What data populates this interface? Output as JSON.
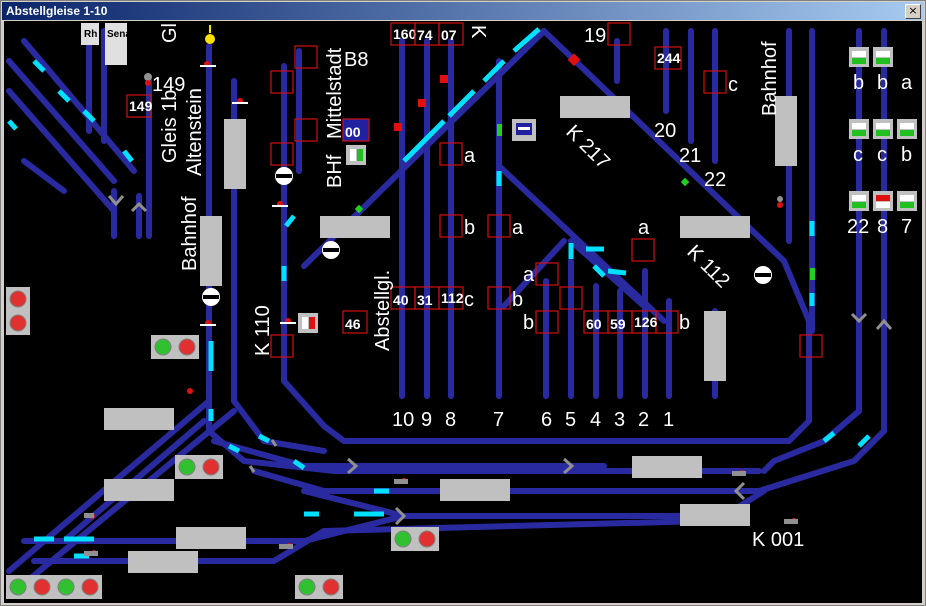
{
  "window": {
    "title": "Abstellgleise 1-10",
    "close_label": "×"
  },
  "colors": {
    "background": "#000000",
    "track": "#2a2aa0",
    "occupied": "#00e0ff",
    "block_border": "#d01010",
    "platform": "#c0c0c0"
  },
  "labels": {
    "gleis_1b": "Gleis 1b",
    "gl": "Gl",
    "n149": "149",
    "altenstein": "Altenstein",
    "bahnhof_left": "Bahnhof",
    "k110": "K 110",
    "mittelstadt": "Mittelstadt",
    "bhf": "BHf",
    "b8": "B8",
    "abstellgl": "Abstellgl.",
    "k_top": "K",
    "n19": "19",
    "n20": "20",
    "n21": "21",
    "n22": "22",
    "c_right": "c",
    "bahnhof_right": "Bahnhof",
    "k217": "K 217",
    "k112": "K 112",
    "k001": "K 001",
    "a_top": "a",
    "b_mid": "b",
    "a_mid": "a",
    "b_lower": "b",
    "c_lower": "c",
    "a_right": "a",
    "a_small": "a",
    "b_small": "b",
    "b_right": "b",
    "rh": "Rh",
    "sena": "Sena"
  },
  "track_numbers": [
    "10",
    "9",
    "8",
    "7",
    "6",
    "5",
    "4",
    "3",
    "2",
    "1"
  ],
  "block_numbers": {
    "b160": "160",
    "b74": "74",
    "b07": "07",
    "b149": "149",
    "b244": "244",
    "b00": "00",
    "b40": "40",
    "b31": "31",
    "b112": "112",
    "b46": "46",
    "b60": "60",
    "b59": "59",
    "b126": "126"
  },
  "panel_buttons": {
    "row1": [
      "b",
      "b",
      "a"
    ],
    "row2": [
      "c",
      "c",
      "b"
    ],
    "row3": [
      "22",
      "8",
      "7"
    ]
  }
}
